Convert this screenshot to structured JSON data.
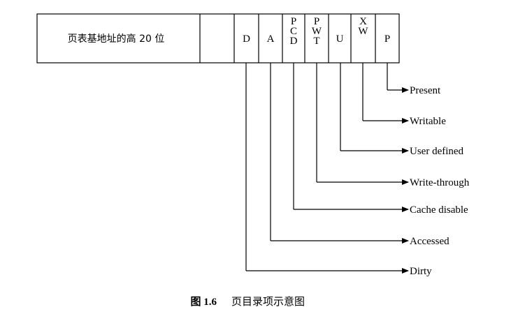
{
  "entry": {
    "base_address_label": "页表基地址的高 20 位",
    "bits": [
      {
        "lines": []
      },
      {
        "lines": [
          "D"
        ]
      },
      {
        "lines": [
          "A"
        ]
      },
      {
        "lines": [
          "P",
          "C",
          "D"
        ]
      },
      {
        "lines": [
          "P",
          "W",
          "T"
        ]
      },
      {
        "lines": [
          "U"
        ]
      },
      {
        "lines": [
          "X",
          "W"
        ]
      },
      {
        "lines": [
          "P"
        ]
      }
    ]
  },
  "flags": [
    {
      "label": "Present"
    },
    {
      "label": "Writable"
    },
    {
      "label": "User defined"
    },
    {
      "label": "Write-through"
    },
    {
      "label": "Cache disable"
    },
    {
      "label": "Accessed"
    },
    {
      "label": "Dirty"
    }
  ],
  "caption": {
    "figure_number": "图 1.6",
    "title": "页目录项示意图"
  },
  "colors": {
    "line": "#000000",
    "background": "#ffffff"
  }
}
